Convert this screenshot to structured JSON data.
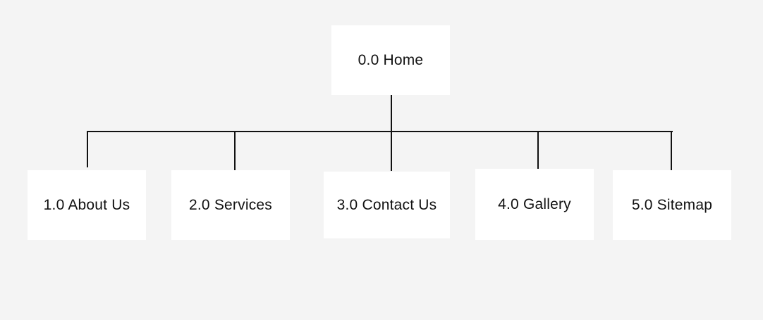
{
  "colors": {
    "background": "#f4f4f4",
    "node_fill": "#ffffff",
    "line": "#111111",
    "text": "#111111"
  },
  "sitemap": {
    "root": {
      "label": "0.0 Home"
    },
    "children": [
      {
        "label": "1.0 About Us"
      },
      {
        "label": "2.0 Services"
      },
      {
        "label": "3.0 Contact Us"
      },
      {
        "label": "4.0 Gallery"
      },
      {
        "label": "5.0 Sitemap"
      }
    ]
  }
}
